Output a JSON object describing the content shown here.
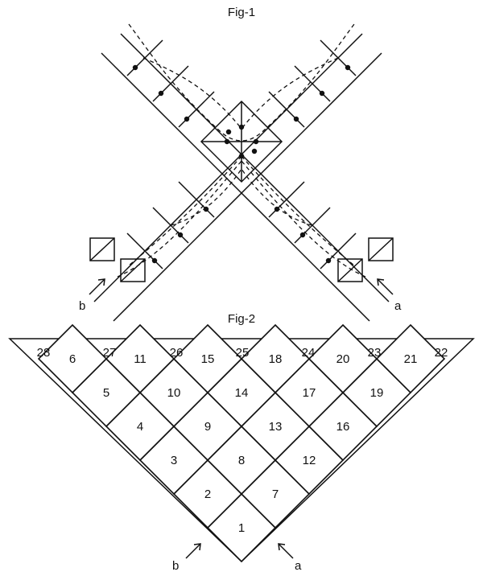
{
  "fig1": {
    "title": "Fig-1",
    "arrow_a_label": "a",
    "arrow_b_label": "b"
  },
  "fig2": {
    "title": "Fig-2",
    "arrow_a_label": "a",
    "arrow_b_label": "b",
    "top_row": [
      "28",
      "27",
      "26",
      "25",
      "24",
      "23",
      "22"
    ],
    "cells": [
      {
        "label": "1",
        "col": 0,
        "row": 0
      },
      {
        "label": "2",
        "col": 0,
        "row": 1
      },
      {
        "label": "3",
        "col": 0,
        "row": 2
      },
      {
        "label": "4",
        "col": 0,
        "row": 3
      },
      {
        "label": "5",
        "col": 0,
        "row": 4
      },
      {
        "label": "6",
        "col": 0,
        "row": 5
      },
      {
        "label": "7",
        "col": 1,
        "row": 0
      },
      {
        "label": "8",
        "col": 1,
        "row": 1
      },
      {
        "label": "9",
        "col": 1,
        "row": 2
      },
      {
        "label": "10",
        "col": 1,
        "row": 3
      },
      {
        "label": "11",
        "col": 1,
        "row": 4
      },
      {
        "label": "12",
        "col": 2,
        "row": 0
      },
      {
        "label": "13",
        "col": 2,
        "row": 1
      },
      {
        "label": "14",
        "col": 2,
        "row": 2
      },
      {
        "label": "15",
        "col": 2,
        "row": 3
      },
      {
        "label": "16",
        "col": 3,
        "row": 0
      },
      {
        "label": "17",
        "col": 3,
        "row": 1
      },
      {
        "label": "18",
        "col": 3,
        "row": 2
      },
      {
        "label": "19",
        "col": 4,
        "row": 0
      },
      {
        "label": "20",
        "col": 4,
        "row": 1
      },
      {
        "label": "21",
        "col": 5,
        "row": 0
      }
    ]
  }
}
